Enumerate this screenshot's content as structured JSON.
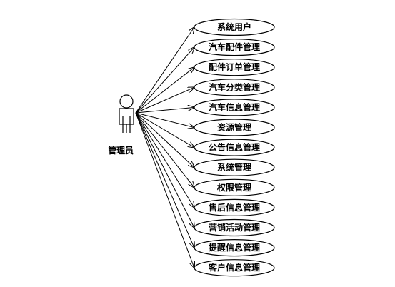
{
  "actor": {
    "name": "管理员"
  },
  "use_cases": [
    {
      "label": "系统用户"
    },
    {
      "label": "汽车配件管理"
    },
    {
      "label": "配件订单管理"
    },
    {
      "label": "汽车分类管理"
    },
    {
      "label": "汽车信息管理"
    },
    {
      "label": "资源管理"
    },
    {
      "label": "公告信息管理"
    },
    {
      "label": "系统管理"
    },
    {
      "label": "权限管理"
    },
    {
      "label": "售后信息管理"
    },
    {
      "label": "营销活动管理"
    },
    {
      "label": "提醒信息管理"
    },
    {
      "label": "客户信息管理"
    }
  ]
}
